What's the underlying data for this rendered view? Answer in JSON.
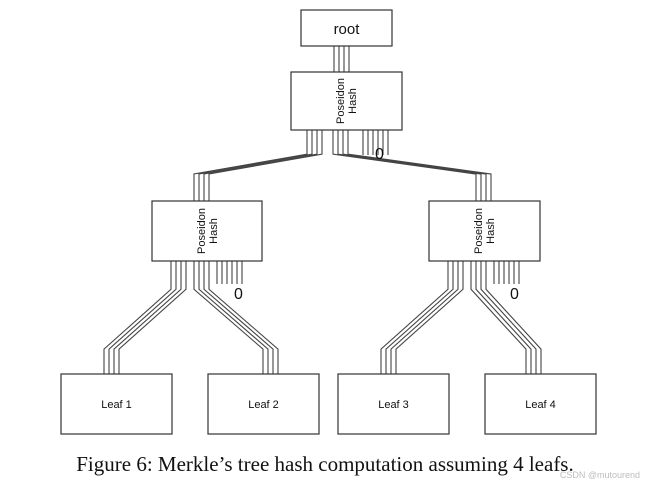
{
  "nodes": {
    "root": {
      "label": "root"
    },
    "top_hash": {
      "label": "Poseidon\nHash",
      "zero_label": "0"
    },
    "left_hash": {
      "label": "Poseidon\nHash",
      "zero_label": "0"
    },
    "right_hash": {
      "label": "Poseidon\nHash",
      "zero_label": "0"
    },
    "leaf1": {
      "label": "Leaf 1"
    },
    "leaf2": {
      "label": "Leaf 2"
    },
    "leaf3": {
      "label": "Leaf 3"
    },
    "leaf4": {
      "label": "Leaf 4"
    }
  },
  "caption": "Figure 6: Merkle’s tree hash computation assuming 4 leafs.",
  "watermark": "CSDN @mutourend",
  "colors": {
    "line": "#444444",
    "box_border": "#333333",
    "text": "#111111"
  }
}
